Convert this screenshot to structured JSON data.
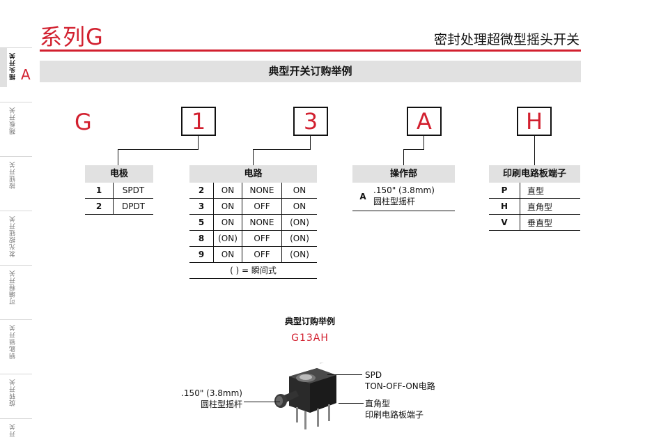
{
  "header": {
    "series_title": "系列G",
    "right_title": "密封处理超微型摇头开关",
    "banner": "典型开关订购举例"
  },
  "sidebar": {
    "active_letter": "A",
    "tabs": [
      "摇头开关",
      "翘板开关",
      "按钮开关",
      "发光按钮开关",
      "可编程开关",
      "钥匙锁开关",
      "旋转开关",
      "开关"
    ]
  },
  "codes": [
    "G",
    "1",
    "3",
    "A",
    "H"
  ],
  "poles": {
    "title": "电极",
    "rows": [
      [
        "1",
        "SPDT"
      ],
      [
        "2",
        "DPDT"
      ]
    ]
  },
  "circuit": {
    "title": "电路",
    "rows": [
      [
        "2",
        "ON",
        "NONE",
        "ON"
      ],
      [
        "3",
        "ON",
        "OFF",
        "ON"
      ],
      [
        "5",
        "ON",
        "NONE",
        "(ON)"
      ],
      [
        "8",
        "(ON)",
        "OFF",
        "(ON)"
      ],
      [
        "9",
        "ON",
        "OFF",
        "(ON)"
      ]
    ],
    "footnote": "(   ) = 瞬间式"
  },
  "actuator": {
    "title": "操作部",
    "key": "A",
    "line1": ".150\" (3.8mm)",
    "line2": "圆柱型摇杆"
  },
  "terminal": {
    "title": "印刷电路板端子",
    "rows": [
      [
        "P",
        "直型"
      ],
      [
        "H",
        "直角型"
      ],
      [
        "V",
        "垂直型"
      ]
    ]
  },
  "example": {
    "title": "典型订购举例",
    "code": "G13AH",
    "left_line1": ".150\" (3.8mm)",
    "left_line2": "圆柱型摇杆",
    "right_top_line1": "SPD",
    "right_top_line2": "TON-OFF-ON电路",
    "right_bottom_line1": "直角型",
    "right_bottom_line2": "印刷电路板端子"
  },
  "colors": {
    "accent": "#d2202f",
    "banner": "#e1e1e1"
  }
}
